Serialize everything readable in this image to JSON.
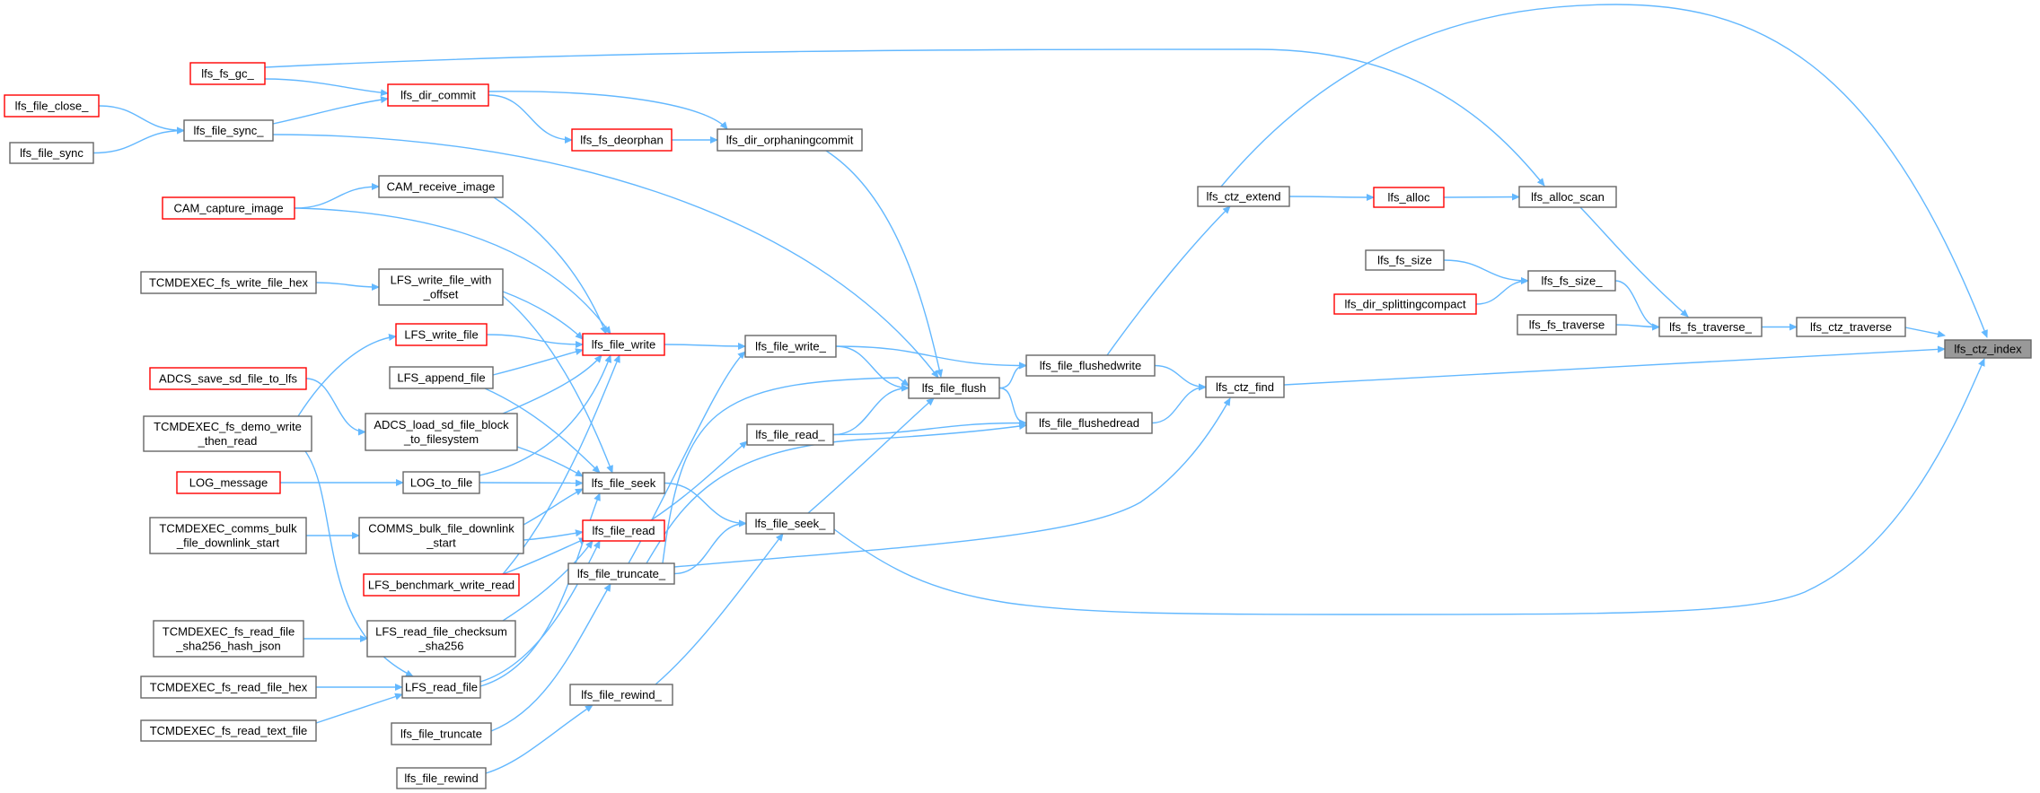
{
  "colors": {
    "edge": "#63b8ff",
    "node_border": "#666666",
    "truncated_border": "#ff0000",
    "root_fill": "#999999",
    "node_fill": "#ffffff"
  },
  "nodes": {
    "lfs_ctz_index": {
      "label": "lfs_ctz_index",
      "kind": "root"
    },
    "lfs_ctz_traverse": {
      "label": "lfs_ctz_traverse",
      "kind": "normal"
    },
    "lfs_fs_traverse_": {
      "label": "lfs_fs_traverse_",
      "kind": "normal"
    },
    "lfs_fs_traverse": {
      "label": "lfs_fs_traverse",
      "kind": "normal"
    },
    "lfs_fs_size_": {
      "label": "lfs_fs_size_",
      "kind": "normal"
    },
    "lfs_fs_size": {
      "label": "lfs_fs_size",
      "kind": "normal"
    },
    "lfs_dir_splittingcompact": {
      "label": "lfs_dir_splittingcompact",
      "kind": "truncated"
    },
    "lfs_alloc_scan": {
      "label": "lfs_alloc_scan",
      "kind": "normal"
    },
    "lfs_alloc": {
      "label": "lfs_alloc",
      "kind": "truncated"
    },
    "lfs_ctz_extend": {
      "label": "lfs_ctz_extend",
      "kind": "normal"
    },
    "lfs_fs_gc_": {
      "label": "lfs_fs_gc_",
      "kind": "truncated"
    },
    "lfs_ctz_find": {
      "label": "lfs_ctz_find",
      "kind": "normal"
    },
    "lfs_file_flushedwrite": {
      "label": "lfs_file_flushedwrite",
      "kind": "normal"
    },
    "lfs_file_flushedread": {
      "label": "lfs_file_flushedread",
      "kind": "normal"
    },
    "lfs_file_truncate_": {
      "label": "lfs_file_truncate_",
      "kind": "normal"
    },
    "lfs_file_seek_": {
      "label": "lfs_file_seek_",
      "kind": "normal"
    },
    "lfs_file_flush": {
      "label": "lfs_file_flush",
      "kind": "normal"
    },
    "lfs_file_write_": {
      "label": "lfs_file_write_",
      "kind": "normal"
    },
    "lfs_file_read_": {
      "label": "lfs_file_read_",
      "kind": "normal"
    },
    "lfs_dir_orphaningcommit": {
      "label": "lfs_dir_orphaningcommit",
      "kind": "normal"
    },
    "lfs_fs_deorphan": {
      "label": "lfs_fs_deorphan",
      "kind": "truncated"
    },
    "lfs_dir_commit": {
      "label": "lfs_dir_commit",
      "kind": "truncated"
    },
    "lfs_file_sync_": {
      "label": "lfs_file_sync_",
      "kind": "normal"
    },
    "lfs_file_close_": {
      "label": "lfs_file_close_",
      "kind": "truncated"
    },
    "lfs_file_sync": {
      "label": "lfs_file_sync",
      "kind": "normal"
    },
    "lfs_file_write": {
      "label": "lfs_file_write",
      "kind": "truncated"
    },
    "lfs_file_seek": {
      "label": "lfs_file_seek",
      "kind": "normal"
    },
    "lfs_file_read": {
      "label": "lfs_file_read",
      "kind": "truncated"
    },
    "lfs_file_rewind_": {
      "label": "lfs_file_rewind_",
      "kind": "normal"
    },
    "lfs_file_truncate": {
      "label": "lfs_file_truncate",
      "kind": "normal"
    },
    "lfs_file_rewind": {
      "label": "lfs_file_rewind",
      "kind": "normal"
    },
    "CAM_receive_image": {
      "label": "CAM_receive_image",
      "kind": "normal"
    },
    "CAM_capture_image": {
      "label": "CAM_capture_image",
      "kind": "truncated"
    },
    "LFS_write_file_with_offset": {
      "label": "LFS_write_file_with\n_offset",
      "kind": "normal"
    },
    "TCMDEXEC_fs_write_file_hex": {
      "label": "TCMDEXEC_fs_write_file_hex",
      "kind": "normal"
    },
    "LFS_write_file": {
      "label": "LFS_write_file",
      "kind": "truncated"
    },
    "LFS_append_file": {
      "label": "LFS_append_file",
      "kind": "normal"
    },
    "ADCS_save_sd_file_to_lfs": {
      "label": "ADCS_save_sd_file_to_lfs",
      "kind": "truncated"
    },
    "ADCS_load_sd_file_block_to_filesystem": {
      "label": "ADCS_load_sd_file_block\n_to_filesystem",
      "kind": "normal"
    },
    "TCMDEXEC_fs_demo_write_then_read": {
      "label": "TCMDEXEC_fs_demo_write\n_then_read",
      "kind": "normal"
    },
    "LOG_message": {
      "label": "LOG_message",
      "kind": "truncated"
    },
    "LOG_to_file": {
      "label": "LOG_to_file",
      "kind": "normal"
    },
    "COMMS_bulk_file_downlink_start": {
      "label": "COMMS_bulk_file_downlink\n_start",
      "kind": "normal"
    },
    "TCMDEXEC_comms_bulk_file_downlink_start": {
      "label": "TCMDEXEC_comms_bulk\n_file_downlink_start",
      "kind": "normal"
    },
    "LFS_benchmark_write_read": {
      "label": "LFS_benchmark_write_read",
      "kind": "truncated"
    },
    "LFS_read_file_checksum_sha256": {
      "label": "LFS_read_file_checksum\n_sha256",
      "kind": "normal"
    },
    "TCMDEXEC_fs_read_file_sha256_hash_json": {
      "label": "TCMDEXEC_fs_read_file\n_sha256_hash_json",
      "kind": "normal"
    },
    "LFS_read_file": {
      "label": "LFS_read_file",
      "kind": "normal"
    },
    "TCMDEXEC_fs_read_file_hex": {
      "label": "TCMDEXEC_fs_read_file_hex",
      "kind": "normal"
    },
    "TCMDEXEC_fs_read_text_file": {
      "label": "TCMDEXEC_fs_read_text_file",
      "kind": "normal"
    }
  },
  "edges": [
    [
      "lfs_ctz_traverse",
      "lfs_ctz_index"
    ],
    [
      "lfs_ctz_extend",
      "lfs_ctz_index"
    ],
    [
      "lfs_ctz_find",
      "lfs_ctz_index"
    ],
    [
      "lfs_file_seek_",
      "lfs_ctz_index"
    ],
    [
      "lfs_fs_traverse_",
      "lfs_ctz_traverse"
    ],
    [
      "lfs_fs_traverse",
      "lfs_fs_traverse_"
    ],
    [
      "lfs_fs_size_",
      "lfs_fs_traverse_"
    ],
    [
      "lfs_alloc_scan",
      "lfs_fs_traverse_"
    ],
    [
      "lfs_fs_size",
      "lfs_fs_size_"
    ],
    [
      "lfs_dir_splittingcompact",
      "lfs_fs_size_"
    ],
    [
      "lfs_alloc",
      "lfs_alloc_scan"
    ],
    [
      "lfs_fs_gc_",
      "lfs_alloc_scan"
    ],
    [
      "lfs_ctz_extend",
      "lfs_alloc"
    ],
    [
      "lfs_file_flushedwrite",
      "lfs_ctz_extend"
    ],
    [
      "lfs_file_flushedwrite",
      "lfs_ctz_find"
    ],
    [
      "lfs_file_flushedread",
      "lfs_ctz_find"
    ],
    [
      "lfs_file_truncate_",
      "lfs_ctz_find"
    ],
    [
      "lfs_file_flush",
      "lfs_file_flushedwrite"
    ],
    [
      "lfs_file_write_",
      "lfs_file_flushedwrite"
    ],
    [
      "lfs_file_flush",
      "lfs_file_flushedread"
    ],
    [
      "lfs_file_read_",
      "lfs_file_flushedread"
    ],
    [
      "lfs_file_truncate_",
      "lfs_file_flushedread"
    ],
    [
      "lfs_dir_orphaningcommit",
      "lfs_file_flush"
    ],
    [
      "lfs_file_sync_",
      "lfs_file_flush"
    ],
    [
      "lfs_file_write_",
      "lfs_file_flush"
    ],
    [
      "lfs_file_read_",
      "lfs_file_flush"
    ],
    [
      "lfs_file_seek_",
      "lfs_file_flush"
    ],
    [
      "lfs_file_truncate_",
      "lfs_file_flush"
    ],
    [
      "lfs_fs_deorphan",
      "lfs_dir_orphaningcommit"
    ],
    [
      "lfs_dir_commit",
      "lfs_dir_orphaningcommit"
    ],
    [
      "lfs_dir_commit",
      "lfs_fs_deorphan"
    ],
    [
      "lfs_fs_gc_",
      "lfs_dir_commit"
    ],
    [
      "lfs_file_sync_",
      "lfs_dir_commit"
    ],
    [
      "lfs_file_close_",
      "lfs_file_sync_"
    ],
    [
      "lfs_file_sync",
      "lfs_file_sync_"
    ],
    [
      "lfs_file_write",
      "lfs_file_write_"
    ],
    [
      "lfs_file_truncate_",
      "lfs_file_write_"
    ],
    [
      "lfs_file_read",
      "lfs_file_read_"
    ],
    [
      "lfs_file_seek",
      "lfs_file_seek_"
    ],
    [
      "lfs_file_rewind_",
      "lfs_file_seek_"
    ],
    [
      "lfs_file_truncate_",
      "lfs_file_seek_"
    ],
    [
      "lfs_file_truncate",
      "lfs_file_truncate_"
    ],
    [
      "lfs_file_rewind",
      "lfs_file_rewind_"
    ],
    [
      "CAM_receive_image",
      "lfs_file_write"
    ],
    [
      "CAM_capture_image",
      "lfs_file_write"
    ],
    [
      "LFS_write_file_with_offset",
      "lfs_file_write"
    ],
    [
      "LFS_write_file",
      "lfs_file_write"
    ],
    [
      "LFS_append_file",
      "lfs_file_write"
    ],
    [
      "ADCS_load_sd_file_block_to_filesystem",
      "lfs_file_write"
    ],
    [
      "LOG_to_file",
      "lfs_file_write"
    ],
    [
      "LFS_benchmark_write_read",
      "lfs_file_write"
    ],
    [
      "CAM_capture_image",
      "CAM_receive_image"
    ],
    [
      "TCMDEXEC_fs_write_file_hex",
      "LFS_write_file_with_offset"
    ],
    [
      "TCMDEXEC_fs_demo_write_then_read",
      "LFS_write_file"
    ],
    [
      "ADCS_save_sd_file_to_lfs",
      "ADCS_load_sd_file_block_to_filesystem"
    ],
    [
      "LOG_message",
      "LOG_to_file"
    ],
    [
      "LFS_write_file_with_offset",
      "lfs_file_seek"
    ],
    [
      "LFS_append_file",
      "lfs_file_seek"
    ],
    [
      "ADCS_load_sd_file_block_to_filesystem",
      "lfs_file_seek"
    ],
    [
      "LOG_to_file",
      "lfs_file_seek"
    ],
    [
      "COMMS_bulk_file_downlink_start",
      "lfs_file_seek"
    ],
    [
      "LFS_read_file",
      "lfs_file_seek"
    ],
    [
      "COMMS_bulk_file_downlink_start",
      "lfs_file_read"
    ],
    [
      "LFS_benchmark_write_read",
      "lfs_file_read"
    ],
    [
      "LFS_read_file_checksum_sha256",
      "lfs_file_read"
    ],
    [
      "LFS_read_file",
      "lfs_file_read"
    ],
    [
      "TCMDEXEC_comms_bulk_file_downlink_start",
      "COMMS_bulk_file_downlink_start"
    ],
    [
      "TCMDEXEC_fs_read_file_sha256_hash_json",
      "LFS_read_file_checksum_sha256"
    ],
    [
      "TCMDEXEC_fs_read_file_hex",
      "LFS_read_file"
    ],
    [
      "TCMDEXEC_fs_read_text_file",
      "LFS_read_file"
    ],
    [
      "TCMDEXEC_fs_demo_write_then_read",
      "LFS_read_file"
    ]
  ]
}
